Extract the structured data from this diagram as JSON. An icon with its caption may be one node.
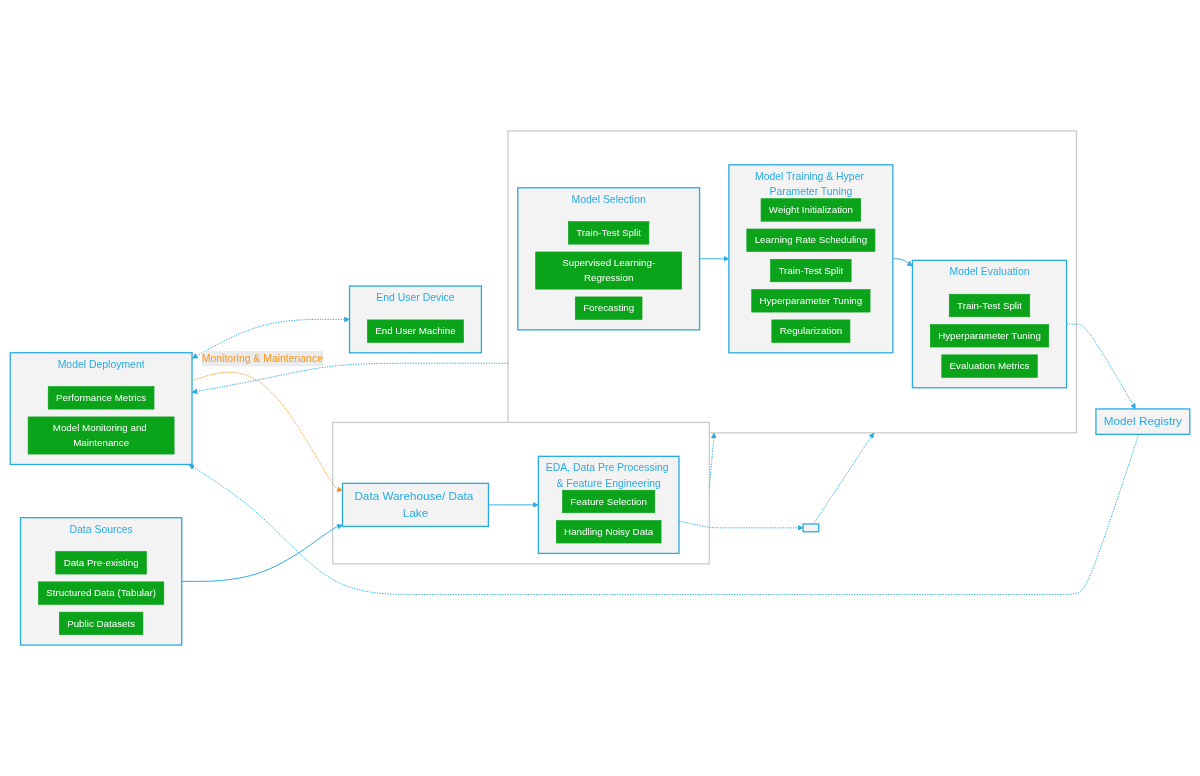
{
  "diagram": {
    "nodes": [
      {
        "text": [],
        "shape": "box"
      },
      {
        "text": [],
        "shape": "box"
      },
      {
        "text": [
          "Data Sources"
        ]
      },
      {
        "text": [
          "Data Pre-existing"
        ],
        "in": 2
      },
      {
        "text": [
          "Structured Data (Tabular)"
        ],
        "in": 2
      },
      {
        "text": [
          "Public Datasets"
        ],
        "in": 2
      },
      {
        "text": [
          "Data Warehouse/ Data Lake"
        ],
        "in": 1
      },
      {
        "text": [
          "EDA, Data Pre Processing & Feature Engineering"
        ],
        "in": 1
      },
      {
        "text": [
          "Feature Selection"
        ],
        "in": 7
      },
      {
        "text": [
          "Handling Noisy Data"
        ],
        "in": 7
      },
      {
        "text": [],
        "shape": "box"
      },
      {
        "text": [
          "Model Selection"
        ],
        "in": 10
      },
      {
        "text": [
          "Train-Test Split"
        ],
        "in": 11
      },
      {
        "text": [
          "Supervised Learning-Regression"
        ],
        "in": 11
      },
      {
        "text": [
          "Forecasting"
        ],
        "in": 11
      },
      {
        "text": [
          "Model Training & Hyper Parameter Tuning"
        ],
        "in": 10
      },
      {
        "text": [
          "Weight Initialization"
        ],
        "in": 15
      },
      {
        "text": [
          "Learning Rate Scheduling"
        ],
        "in": 15
      },
      {
        "text": [
          "Train-Test Split"
        ],
        "in": 15
      },
      {
        "text": [
          "Hyperparameter Tuning"
        ],
        "in": 15
      },
      {
        "text": [
          "Regularization"
        ],
        "in": 15
      },
      {
        "text": [
          "Model Evaluation"
        ],
        "in": 10
      },
      {
        "text": [
          "Train-Test Split"
        ],
        "in": 21
      },
      {
        "text": [
          "Hyperparameter Tuning"
        ],
        "in": 21
      },
      {
        "text": [
          "Evaluation Metrics"
        ],
        "in": 21
      },
      {
        "text": [
          "Model Deployment"
        ]
      },
      {
        "text": [
          "Performance Metrics"
        ],
        "in": 25
      },
      {
        "text": [
          "Model Monitoring and Maintenance"
        ],
        "in": 25
      },
      {
        "text": [
          "End User Device"
        ]
      },
      {
        "text": [
          "End User Machine"
        ],
        "in": 28
      },
      {
        "text": [
          "Model Registry"
        ]
      }
    ],
    "edges": [
      {
        "from": 2,
        "to": 6,
        "arrow": "to"
      },
      {
        "from": 6,
        "to": 7,
        "arrow": "to"
      },
      {
        "from": 1,
        "to": 10,
        "arrow": "to",
        "style": "dashed"
      },
      {
        "from": 11,
        "to": 15,
        "arrow": "to"
      },
      {
        "from": 15,
        "to": 21,
        "arrow": "to"
      },
      {
        "from": 10,
        "to": 25,
        "arrow": "to",
        "style": "dashed"
      },
      {
        "from": 25,
        "to": 28,
        "arrow": "both",
        "style": "dashed"
      },
      {
        "from": 7,
        "to": 0,
        "arrow": "to",
        "style": "dashed"
      },
      {
        "from": 0,
        "to": 10,
        "arrow": "to",
        "style": "dashed"
      },
      {
        "from": 25,
        "to": 6,
        "arrow": "to",
        "style": "dashed",
        "color": "#f7941d",
        "label": "Monitoring & Maintenance"
      },
      {
        "from": 21,
        "to": 30,
        "arrow": "to",
        "style": "dashed"
      },
      {
        "from": 30,
        "to": 25,
        "arrow": "to",
        "style": "dashed"
      }
    ]
  }
}
